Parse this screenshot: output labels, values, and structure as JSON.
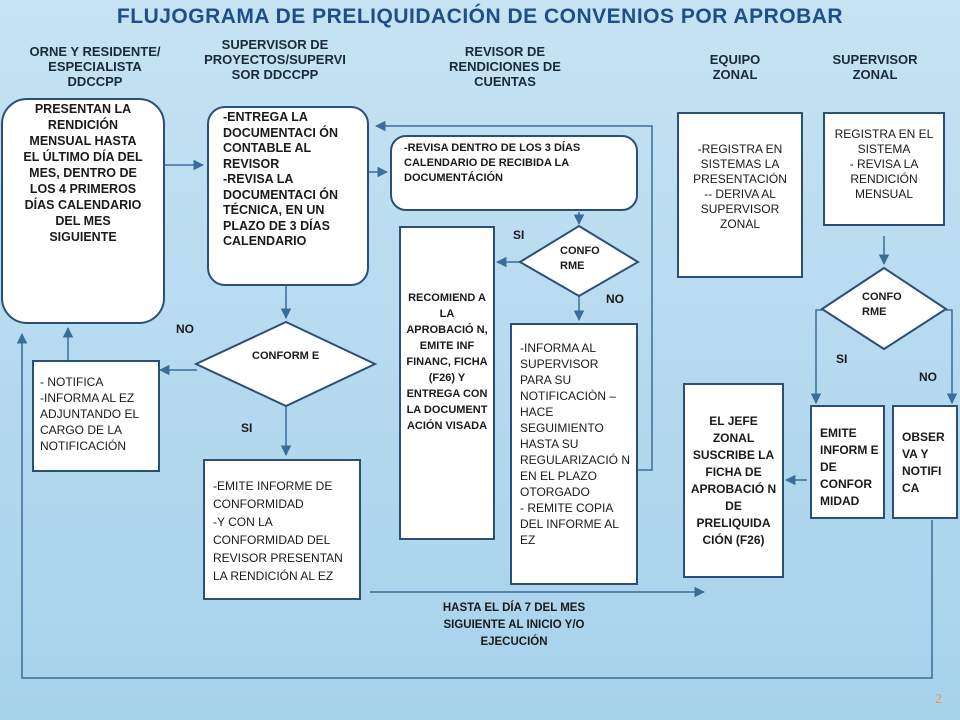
{
  "title": "FLUJOGRAMA DE PRELIQUIDACIÓN DE CONVENIOS POR APROBAR",
  "lanes": {
    "l1": "ORNE Y RESIDENTE/\nESPECIALISTA\nDDCCPP",
    "l2": "SUPERVISOR DE\nPROYECTOS/SUPERVI\nSOR DDCCPP",
    "l3": "REVISOR DE\nRENDICIONES DE\nCUENTAS",
    "l4": "EQUIPO\nZONAL",
    "l5": "SUPERVISOR\nZONAL"
  },
  "boxes": {
    "presentan": "PRESENTAN LA RENDICIÓN MENSUAL HASTA EL ÚLTIMO DÍA DEL MES, DENTRO DE LOS 4 PRIMEROS DÍAS CALENDARIO DEL MES SIGUIENTE",
    "entrega": "-ENTREGA LA DOCUMENTACI ÓN CONTABLE AL REVISOR\n-REVISA LA DOCUMENTACI ÓN TÉCNICA, EN UN PLAZO DE 3 DÍAS CALENDARIO",
    "revisa": "-REVISA DENTRO DE LOS 3 DÍAS CALENDARIO DE RECIBIDA LA DOCUMENTÁCIÓN",
    "registra_ez": "-REGISTRA EN SISTEMAS LA PRESENTACIÓN\n-- DERIVA AL SUPERVISOR ZONAL",
    "registra_sz": "REGISTRA EN EL SISTEMA\n- REVISA LA RENDICIÓN MENSUAL",
    "recomienda": "RECOMIEND A LA APROBACIÓ N, EMITE INF FINANC, FICHA (F26) Y ENTREGA CON LA DOCUMENT ACIÓN VISADA",
    "informa_sup": "-INFORMA AL SUPERVISOR PARA SU NOTIFICACIÒN – HACE SEGUIMIENTO HASTA SU REGULARIZACIÓ N EN EL PLAZO OTORGADO\n- REMITE COPIA DEL INFORME AL EZ",
    "notifica": "- NOTIFICA\n-INFORMA AL EZ ADJUNTANDO EL CARGO DE LA NOTIFICACIÓN",
    "emite_conf": "-EMITE INFORME DE CONFORMIDAD\n-Y CON LA CONFORMIDAD DEL REVISOR PRESENTAN LA RENDICIÓN AL EZ",
    "jefe": "EL JEFE ZONAL SUSCRIBE LA FICHA DE APROBACIÓ N DE PRELIQUIDA CIÓN (F26)",
    "emite_inf": "EMITE INFORM E DE CONFOR MIDAD",
    "observa": "OBSER VA Y NOTIFI CA"
  },
  "decisions": {
    "d1": "CONFORM E",
    "d2": "CONFO RME",
    "d3": "CONFO RME"
  },
  "labels": {
    "no1": "NO",
    "si1": "SI",
    "si2": "SI",
    "no2": "NO",
    "si3": "SI",
    "no3": "NO",
    "deadline": "HASTA EL DÍA 7 DEL MES SIGUIENTE AL INICIO Y/O EJECUCIÓN"
  },
  "page_number": "2"
}
